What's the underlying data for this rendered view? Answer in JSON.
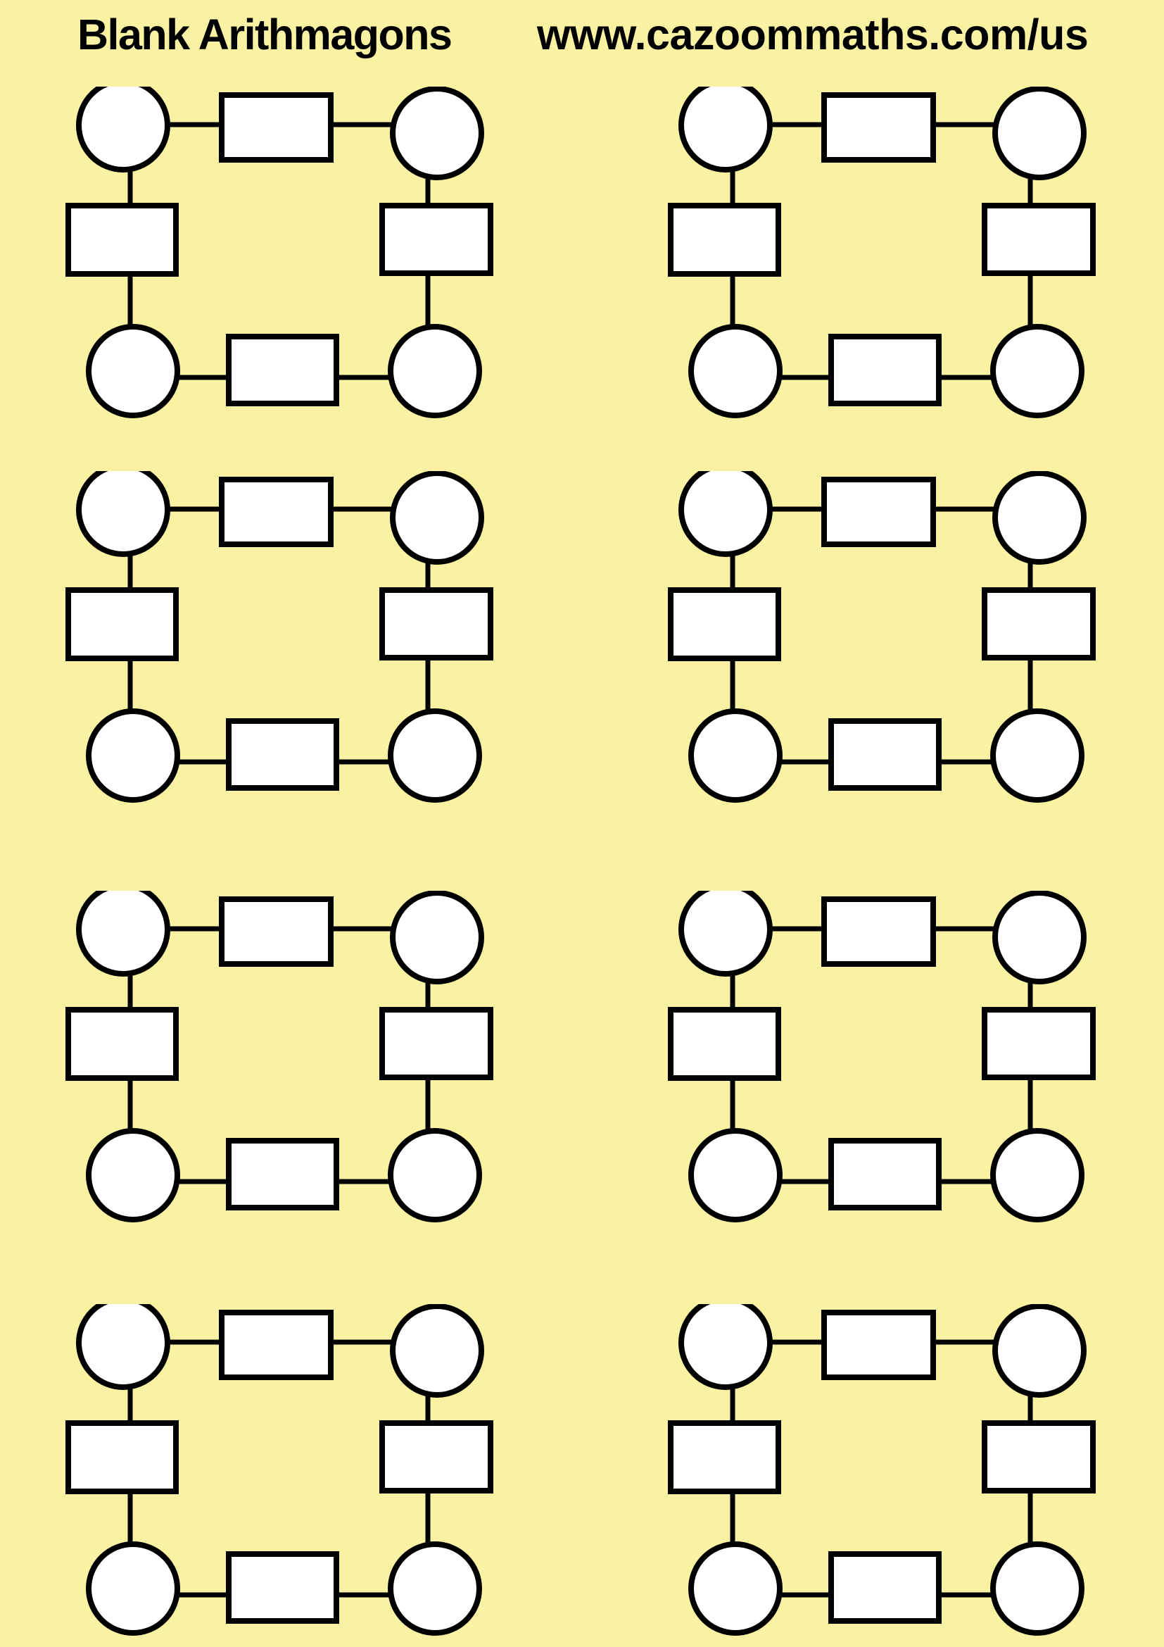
{
  "page": {
    "title": "Blank Arithmagons",
    "website": "www.cazoommaths.com/us",
    "background_color": "#FAF2A3",
    "text_color": "#000000"
  },
  "worksheet": {
    "grid": {
      "rows": 4,
      "columns": 2,
      "count": 8
    },
    "shapes": {
      "node_shape": "circle",
      "sum_shape": "rectangle",
      "fill_color": "#FFFFFF",
      "stroke_color": "#000000",
      "node_positions": [
        "top-left",
        "top-right",
        "bottom-left",
        "bottom-right"
      ],
      "edge_positions": [
        "top",
        "left",
        "right",
        "bottom"
      ]
    },
    "arithmagons": [
      {
        "id": 1,
        "row": 1,
        "col": 1,
        "node_values": [
          "",
          "",
          "",
          ""
        ],
        "edge_values": [
          "",
          "",
          "",
          ""
        ]
      },
      {
        "id": 2,
        "row": 1,
        "col": 2,
        "node_values": [
          "",
          "",
          "",
          ""
        ],
        "edge_values": [
          "",
          "",
          "",
          ""
        ]
      },
      {
        "id": 3,
        "row": 2,
        "col": 1,
        "node_values": [
          "",
          "",
          "",
          ""
        ],
        "edge_values": [
          "",
          "",
          "",
          ""
        ]
      },
      {
        "id": 4,
        "row": 2,
        "col": 2,
        "node_values": [
          "",
          "",
          "",
          ""
        ],
        "edge_values": [
          "",
          "",
          "",
          ""
        ]
      },
      {
        "id": 5,
        "row": 3,
        "col": 1,
        "node_values": [
          "",
          "",
          "",
          ""
        ],
        "edge_values": [
          "",
          "",
          "",
          ""
        ]
      },
      {
        "id": 6,
        "row": 3,
        "col": 2,
        "node_values": [
          "",
          "",
          "",
          ""
        ],
        "edge_values": [
          "",
          "",
          "",
          ""
        ]
      },
      {
        "id": 7,
        "row": 4,
        "col": 1,
        "node_values": [
          "",
          "",
          "",
          ""
        ],
        "edge_values": [
          "",
          "",
          "",
          ""
        ]
      },
      {
        "id": 8,
        "row": 4,
        "col": 2,
        "node_values": [
          "",
          "",
          "",
          ""
        ],
        "edge_values": [
          "",
          "",
          "",
          ""
        ]
      }
    ]
  }
}
